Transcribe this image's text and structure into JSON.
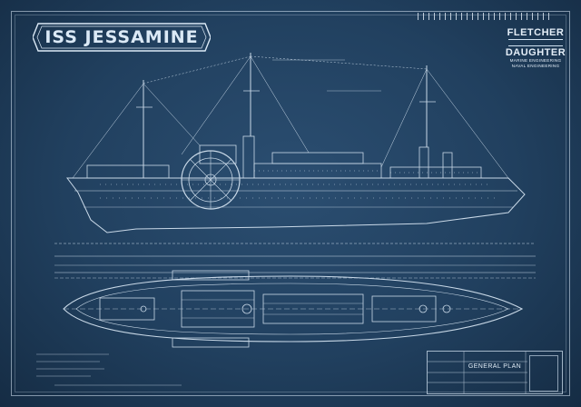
{
  "title": "ISS JESSAMINE",
  "brand": {
    "line1": "FLETCHER",
    "line2": "DAUGHTER",
    "line3": "MARINE ENGINEERING",
    "line4": "NAVAL ENGINEERING"
  },
  "plan_label": "GENERAL PLAN",
  "colors": {
    "background": "#21405f",
    "line": "#dbe9f6"
  }
}
